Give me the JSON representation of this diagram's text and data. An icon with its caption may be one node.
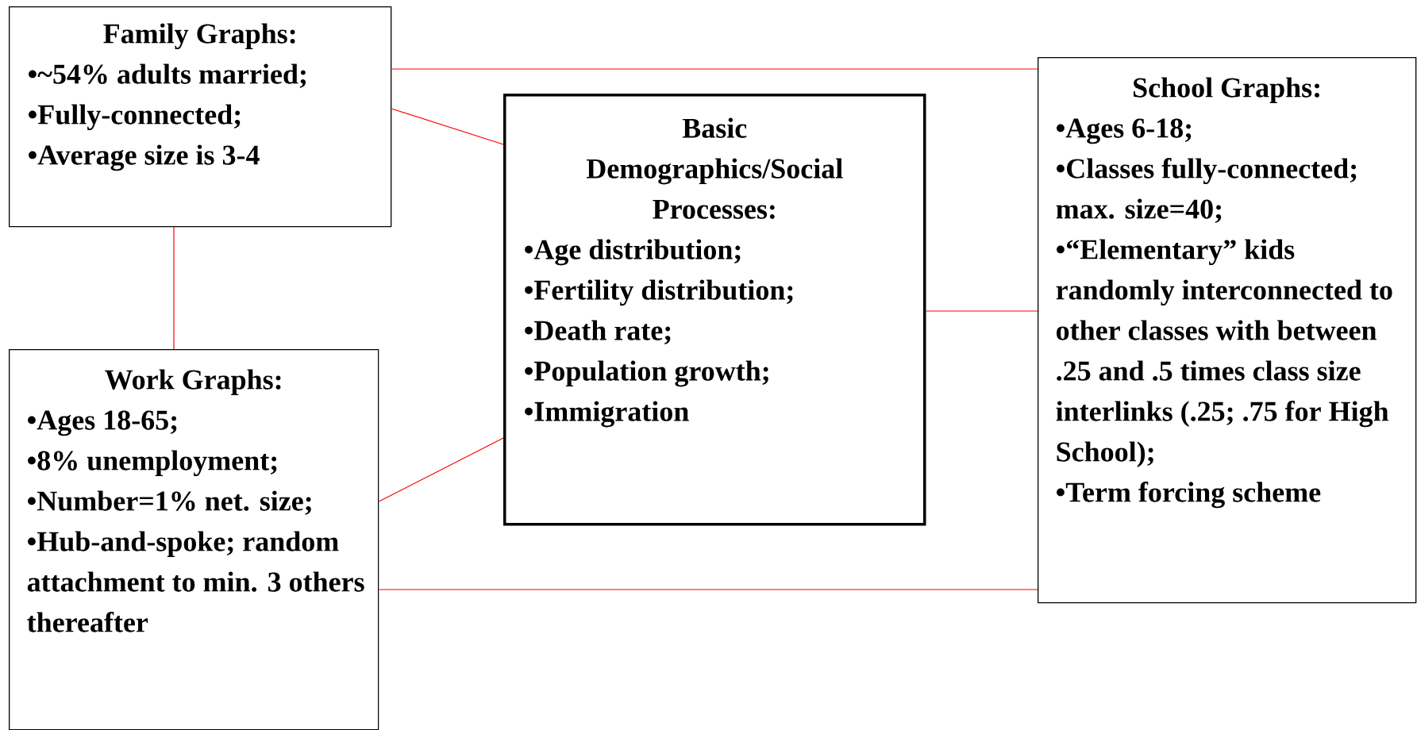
{
  "diagram": {
    "nodes": [
      {
        "text": [
          "Family Graphs:",
          "•~54% adults married;",
          "•Fully-connected;",
          "•Average size is 3-4"
        ]
      },
      {
        "text": [
          "Basic Demographics/Social Processes:",
          "•Age distribution;",
          "•Fertility distribution;",
          "•Death rate;",
          "•Population growth;",
          "•Immigration"
        ]
      },
      {
        "text": [
          "School Graphs:",
          "•Ages 6-18;",
          "•Classes fully-connected; max. size=40;",
          "•“Elementary” kids randomly interconnected to other classes with between .25 and .5 times class size interlinks (.25; .75 for High School);",
          "•Term forcing scheme"
        ]
      },
      {
        "text": [
          "Work Graphs:",
          "•Ages 18-65;",
          "•8% unemployment;",
          "•Number=1% net. size;",
          "•Hub-and-spoke; random attachment to min. 3 others thereafter"
        ]
      }
    ],
    "edges": [
      {
        "from": 0,
        "to": 2,
        "arrow": "none"
      },
      {
        "from": 0,
        "to": 1,
        "arrow": "none"
      },
      {
        "from": 0,
        "to": 3,
        "arrow": "none"
      },
      {
        "from": 1,
        "to": 2,
        "arrow": "none"
      },
      {
        "from": 3,
        "to": 1,
        "arrow": "none"
      },
      {
        "from": 3,
        "to": 2,
        "arrow": "none"
      }
    ]
  }
}
